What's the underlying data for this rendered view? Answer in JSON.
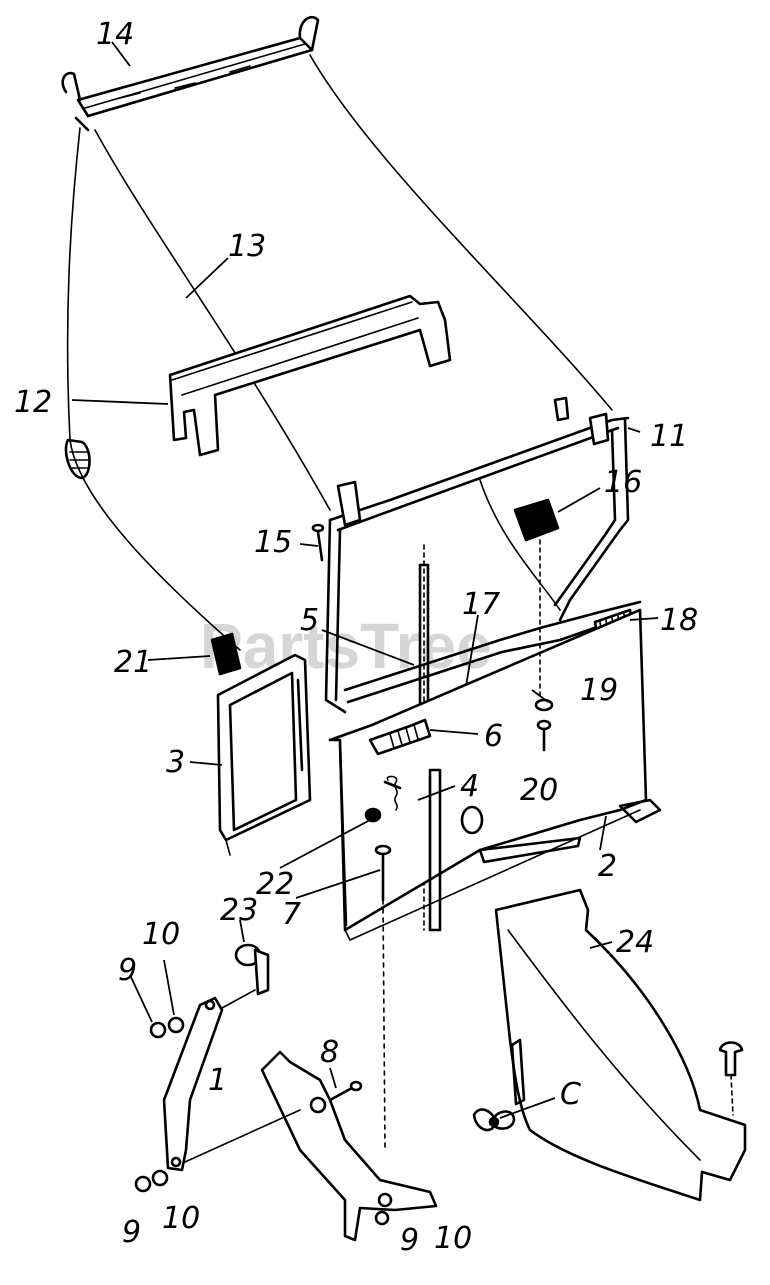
{
  "watermark": "PartsTree",
  "callouts": {
    "c1": "1",
    "c2": "2",
    "c3": "3",
    "c4": "4",
    "c5": "5",
    "c6": "6",
    "c7": "7",
    "c8": "8",
    "c9a": "9",
    "c9b": "9",
    "c9c": "9",
    "c10a": "10",
    "c10b": "10",
    "c10c": "10",
    "c11": "11",
    "c12": "12",
    "c13": "13",
    "c14": "14",
    "c15": "15",
    "c16": "16",
    "c17": "17",
    "c18": "18",
    "c19": "19",
    "c20": "20",
    "c21": "21",
    "c22": "22",
    "c23": "23",
    "c24": "24",
    "cC": "C"
  }
}
